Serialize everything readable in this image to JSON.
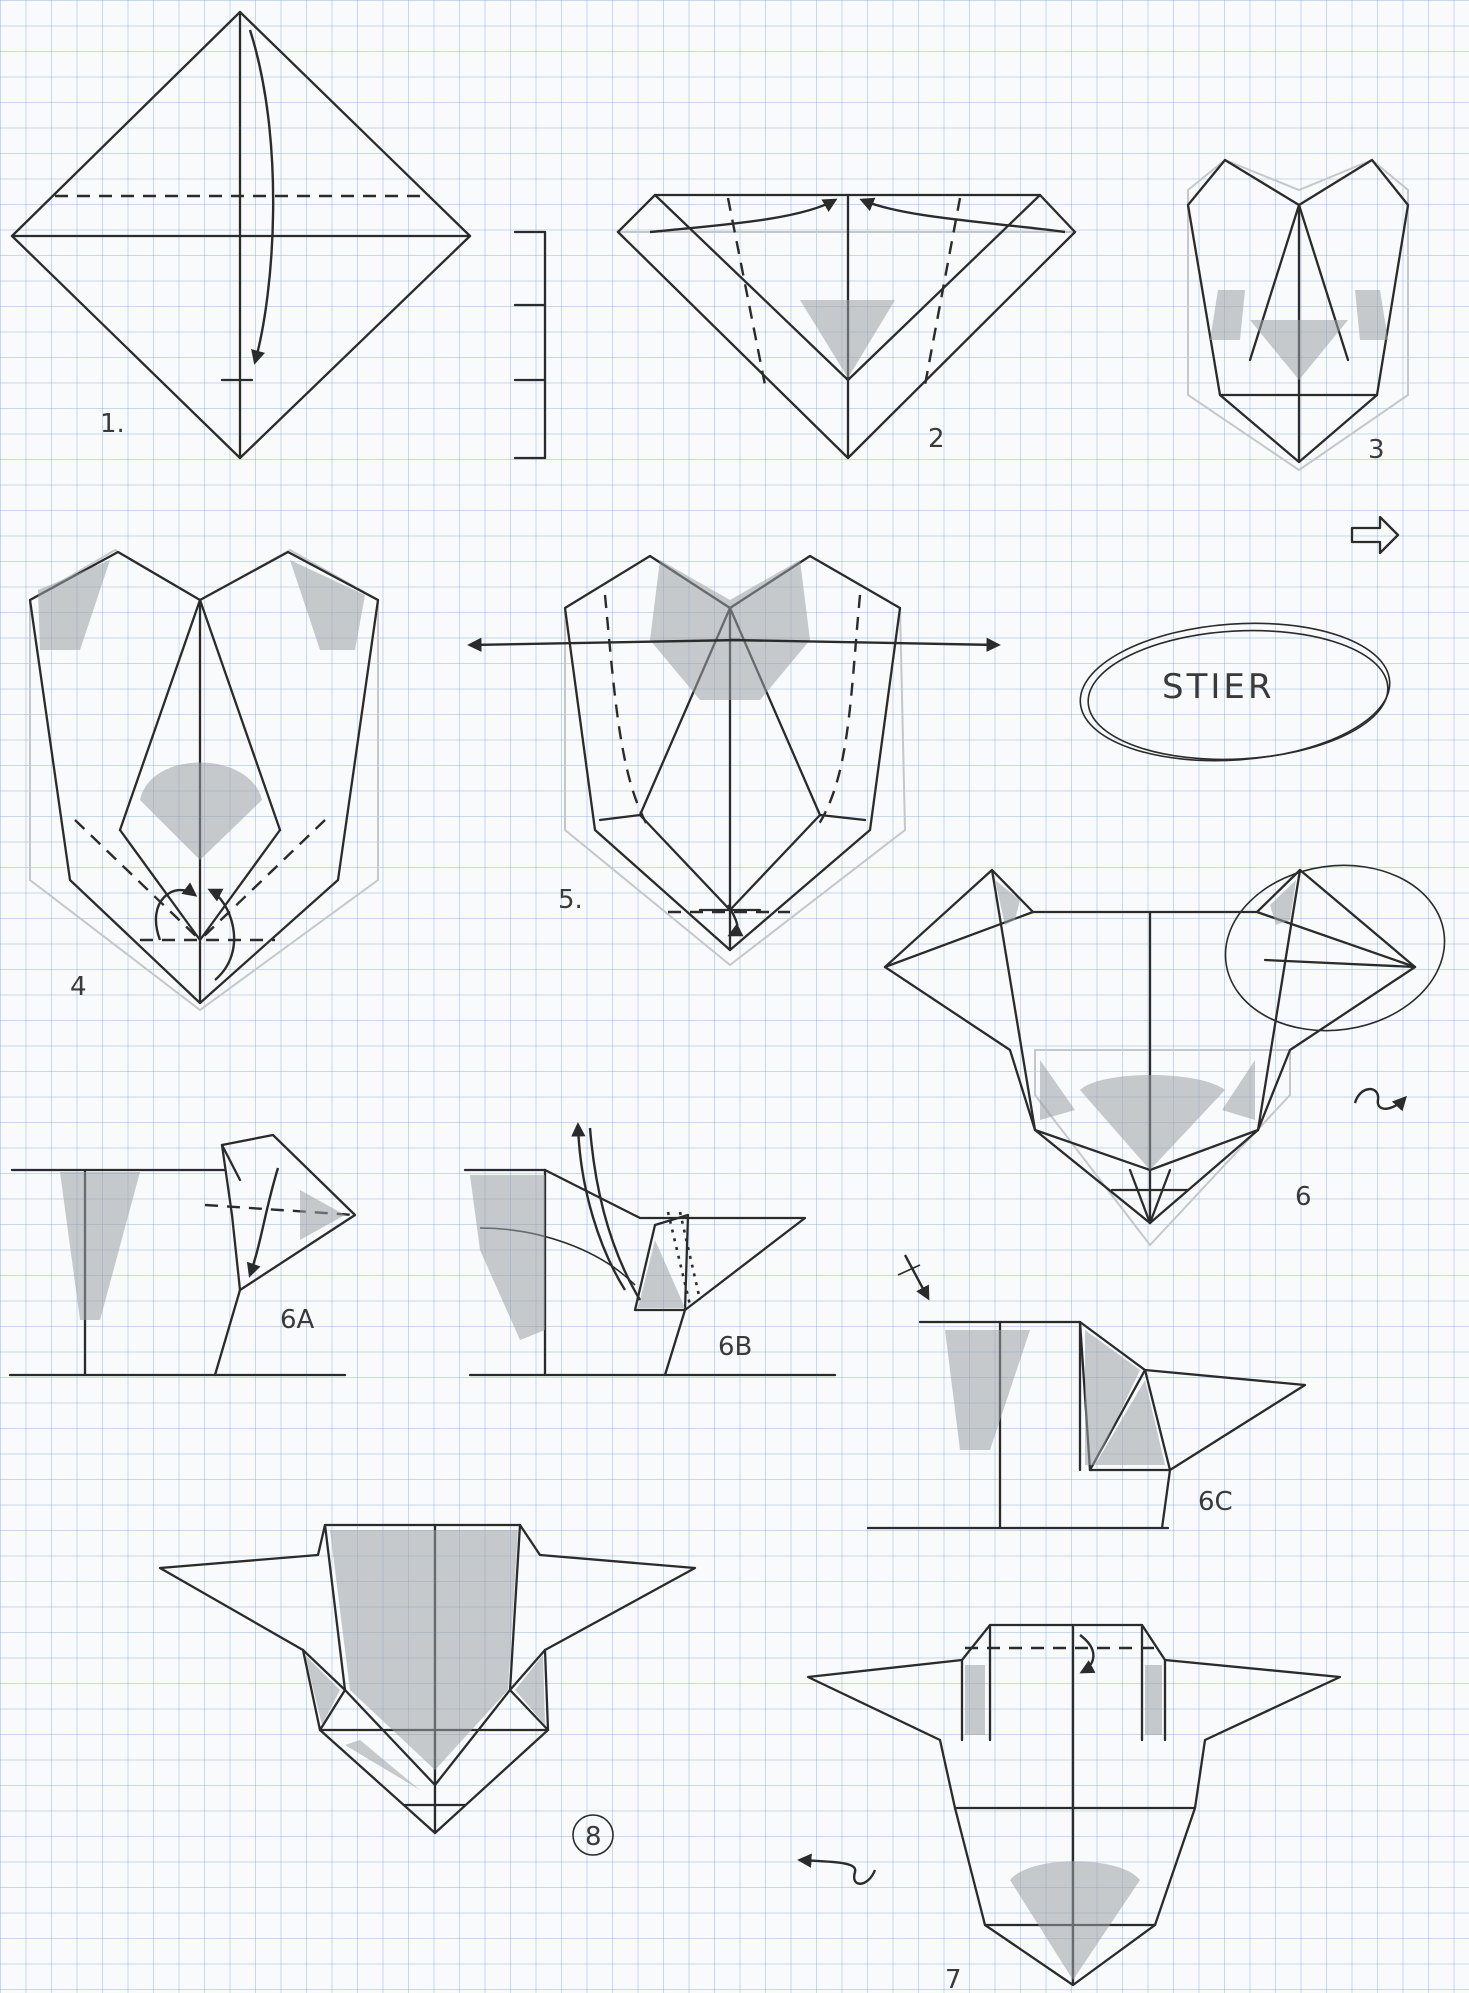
{
  "steps": {
    "s1": "1.",
    "s2": "2",
    "s3": "3",
    "s4": "4",
    "s5": "5.",
    "s6": "6",
    "s6a": "6A",
    "s6b": "6B",
    "s6c": "6C",
    "s7": "7",
    "s8": "8"
  },
  "title": "STIER",
  "icons": [
    "fold-arrow",
    "turn-over-arrow",
    "push-arrow",
    "hollow-arrow"
  ],
  "colors": {
    "ink": "#2b2b2b",
    "grid": "#8fb2d8",
    "shading": "#9aa0a4"
  }
}
